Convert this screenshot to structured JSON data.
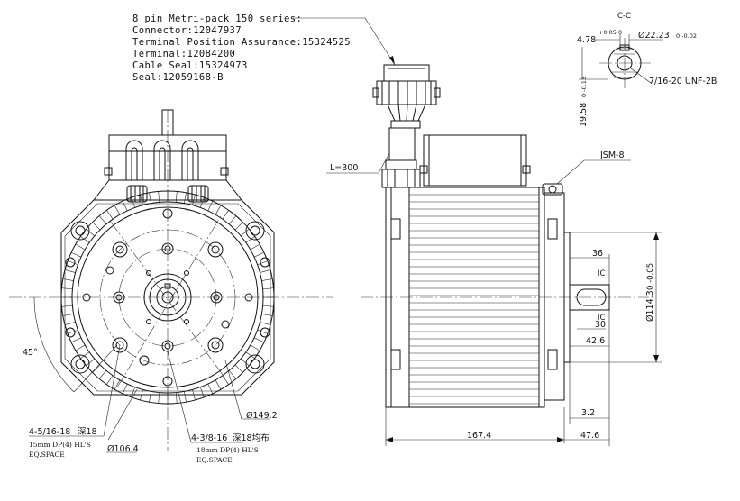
{
  "connector_note": {
    "lines": [
      "8 pin Metri-pack 150 series:",
      "Connector:12047937",
      "Terminal Position Assurance:15324525",
      "Terminal:12084200",
      "Cable Seal:15324973",
      "Seal:12059168-B"
    ]
  },
  "section": {
    "title": "C-C",
    "dim_key_width": "4.78",
    "dim_key_width_tol": "+0.05 0",
    "dim_bore": "Ø22.23",
    "dim_bore_tol": "0 -0.02",
    "thread": "7/16-20 UNF-2B",
    "dim_key_height": "19.58",
    "dim_key_height_tol": "0 -0.13"
  },
  "front_view": {
    "angle": "45°",
    "dia_bolt_circle_1": "Ø149.2",
    "dia_bolt_circle_2": "Ø106.4",
    "holes_1": "4-5/16-18",
    "holes_1_cn": "深18",
    "holes_1_note": "15mm DP(4) HL'S",
    "holes_1_space": "EQ.SPACE",
    "holes_2": "4-3/8-16",
    "holes_2_cn": "深18均布",
    "holes_2_note": "18mm DP(4) HL'S",
    "holes_2_space": "EQ.SPACE"
  },
  "side_view": {
    "cable_length": "L=300",
    "gland": "JSM-8",
    "dim_shaft_len": "36",
    "key_label_1": "IC",
    "key_label_2": "IC",
    "dim_key_len": "30",
    "dim_flange": "42.6",
    "dim_pilot": "Ø114.3",
    "dim_pilot_tol": "0 -0.05",
    "dim_step": "3.2",
    "dim_body": "167.4",
    "dim_end": "47.6"
  }
}
